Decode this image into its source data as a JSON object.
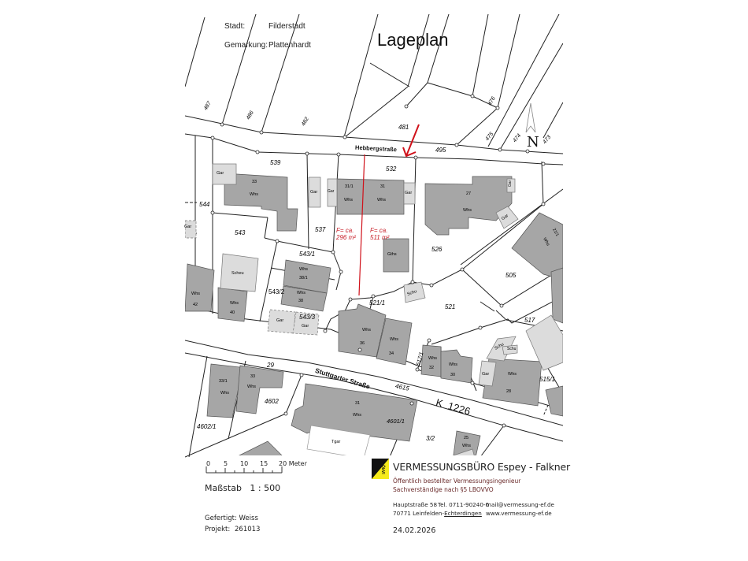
{
  "header": {
    "stadt_label": "Stadt:",
    "stadt_value": "Filderstadt",
    "gemarkung_label": "Gemarkung:",
    "gemarkung_value": "Plattenhardt",
    "title": "Lageplan"
  },
  "map": {
    "north_label": "N",
    "streets": {
      "hebbergstrasse": "Hebbergstraße",
      "stuttgarter_strasse": "Stuttgarter Straße",
      "k1226": "K  1226"
    },
    "parcels": [
      "487",
      "486",
      "482",
      "481",
      "476",
      "475",
      "474",
      "473",
      "495",
      "539",
      "532",
      "544",
      "543",
      "537",
      "526",
      "505",
      "543/1",
      "543/2",
      "543/3",
      "521/1",
      "521",
      "517",
      "517/1",
      "515/1",
      "4615",
      "4602",
      "4602/1",
      "4601/1",
      "3/2",
      "29"
    ],
    "areas": [
      {
        "label": "F= ca.",
        "value": "296 m²"
      },
      {
        "label": "F= ca.",
        "value": "511 m²"
      }
    ],
    "buildings": [
      {
        "type": "Whs",
        "number": "33"
      },
      {
        "type": "Whs",
        "number": "31/1"
      },
      {
        "type": "Whs",
        "number": "31"
      },
      {
        "type": "Whs",
        "number": "27"
      },
      {
        "type": "Whs",
        "number": "21/1"
      },
      {
        "type": "Whs",
        "number": "38/1"
      },
      {
        "type": "Whs",
        "number": "38"
      },
      {
        "type": "Whs",
        "number": "42"
      },
      {
        "type": "Whs",
        "number": "40"
      },
      {
        "type": "Whs",
        "number": "36"
      },
      {
        "type": "Whs",
        "number": "34"
      },
      {
        "type": "Whs",
        "number": "32"
      },
      {
        "type": "Whs",
        "number": "30"
      },
      {
        "type": "Whs",
        "number": "28"
      },
      {
        "type": "Whs",
        "number": "33/1"
      },
      {
        "type": "Whs",
        "number": "33"
      },
      {
        "type": "Whs",
        "number": "31"
      },
      {
        "type": "Whs",
        "number": "25"
      }
    ],
    "outbuildings": [
      "Gar",
      "Gar",
      "Gar",
      "Gar",
      "Gar",
      "Gar",
      "Gar",
      "Gar",
      "Gar",
      "Gar",
      "Gths",
      "Schu",
      "Schu",
      "Schu",
      "Scheu",
      "Tgar"
    ]
  },
  "scale": {
    "ticks": [
      "0",
      "5",
      "10",
      "15",
      "20 Meter"
    ],
    "label": "Maßstab   1 : 500"
  },
  "meta": {
    "gefertigt": "Gefertigt: Weiss",
    "projekt_label": "Projekt:",
    "projekt_value": "261013"
  },
  "office": {
    "name": "VERMESSUNGSBÜRO Espey - Falkner",
    "line1": "Öffentlich bestellter Vermessungsingenieur",
    "line2": "Sachverständige nach §5 LBOVVO",
    "street": "Hauptstraße 58",
    "city_prefix": "70771 Leinfelden-",
    "city_suffix": "Echterdingen",
    "tel": "Tel. 0711-90240-0",
    "mail": "mail@vermessung-ef.de",
    "web": "www.vermessung-ef.de",
    "logo_mark": "ÖbVI",
    "date": "24.02.2026"
  },
  "colors": {
    "building": "#a6a6a6",
    "outbuilding": "#dcdcdc",
    "boundary": "#222222",
    "marker_red": "#d0111a",
    "logo_yellow": "#f5ea1a"
  }
}
